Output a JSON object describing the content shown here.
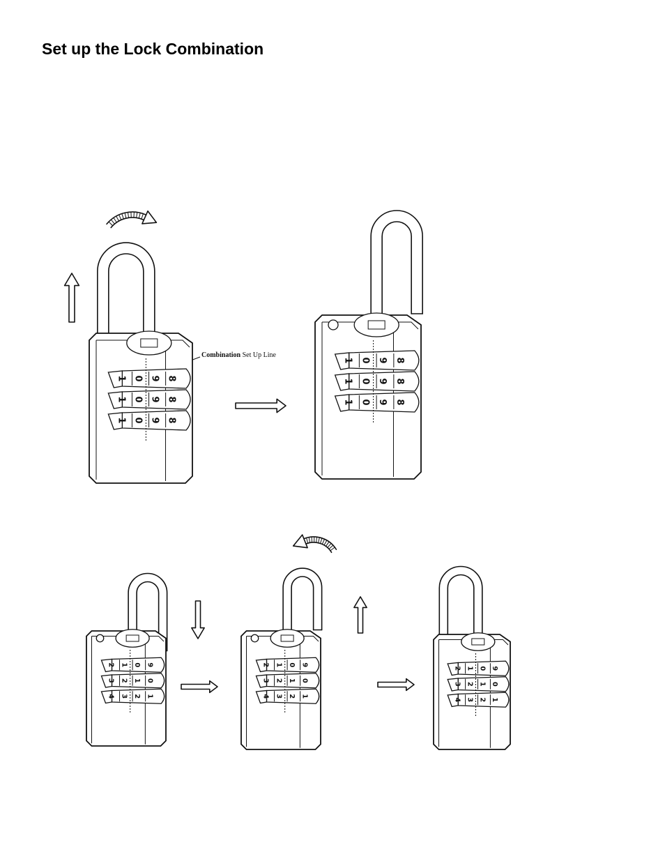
{
  "page": {
    "title": "Set up the Lock Combination",
    "callout_strong": "Combination",
    "callout_rest": " Set Up Line"
  },
  "locks": [
    {
      "id": "lock-1",
      "wheels": [
        [
          "1",
          "0",
          "9",
          "8"
        ],
        [
          "1",
          "0",
          "9",
          "8"
        ],
        [
          "1",
          "0",
          "9",
          "8"
        ]
      ]
    },
    {
      "id": "lock-2",
      "wheels": [
        [
          "1",
          "0",
          "9",
          "8"
        ],
        [
          "1",
          "0",
          "9",
          "8"
        ],
        [
          "1",
          "0",
          "9",
          "8"
        ]
      ]
    },
    {
      "id": "lock-3",
      "wheels": [
        [
          "2",
          "1",
          "0",
          "9"
        ],
        [
          "3",
          "2",
          "1",
          "0"
        ],
        [
          "4",
          "3",
          "2",
          "1"
        ]
      ]
    },
    {
      "id": "lock-4",
      "wheels": [
        [
          "2",
          "1",
          "0",
          "9"
        ],
        [
          "3",
          "2",
          "1",
          "0"
        ],
        [
          "4",
          "3",
          "2",
          "1"
        ]
      ]
    },
    {
      "id": "lock-5",
      "wheels": [
        [
          "2",
          "1",
          "0",
          "9"
        ],
        [
          "3",
          "2",
          "1",
          "0"
        ],
        [
          "4",
          "3",
          "2",
          "1"
        ]
      ]
    }
  ]
}
